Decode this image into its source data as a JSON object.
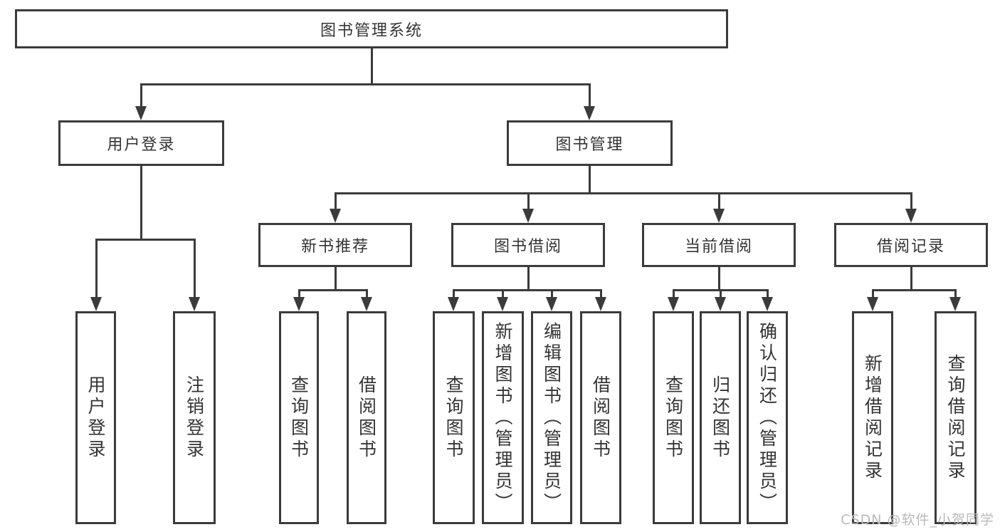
{
  "colors": {
    "line": "#3b3b3b",
    "box_border": "#3b3b3b",
    "text": "#343434",
    "watermark": "#b9b9b9",
    "background": "#ffffff"
  },
  "watermark": "CSDN @软件_小贺同学",
  "root": {
    "label": "图书管理系统"
  },
  "level2": [
    {
      "label": "用户登录"
    },
    {
      "label": "图书管理"
    }
  ],
  "level3": [
    {
      "label": "新书推荐",
      "parent": "图书管理"
    },
    {
      "label": "图书借阅",
      "parent": "图书管理"
    },
    {
      "label": "当前借阅",
      "parent": "图书管理"
    },
    {
      "label": "借阅记录",
      "parent": "图书管理"
    }
  ],
  "leaves": [
    {
      "label": "用户登录",
      "parent": "用户登录"
    },
    {
      "label": "注销登录",
      "parent": "用户登录"
    },
    {
      "label": "查询图书",
      "parent": "新书推荐"
    },
    {
      "label": "借阅图书",
      "parent": "新书推荐"
    },
    {
      "label": "查询图书",
      "parent": "图书借阅"
    },
    {
      "label": "新增图书（管理员）",
      "parent": "图书借阅"
    },
    {
      "label": "编辑图书（管理员）",
      "parent": "图书借阅"
    },
    {
      "label": "借阅图书",
      "parent": "图书借阅"
    },
    {
      "label": "查询图书",
      "parent": "当前借阅"
    },
    {
      "label": "归还图书",
      "parent": "当前借阅"
    },
    {
      "label": "确认归还（管理员）",
      "parent": "当前借阅"
    },
    {
      "label": "新增借阅记录",
      "parent": "借阅记录"
    },
    {
      "label": "查询借阅记录",
      "parent": "借阅记录"
    }
  ]
}
